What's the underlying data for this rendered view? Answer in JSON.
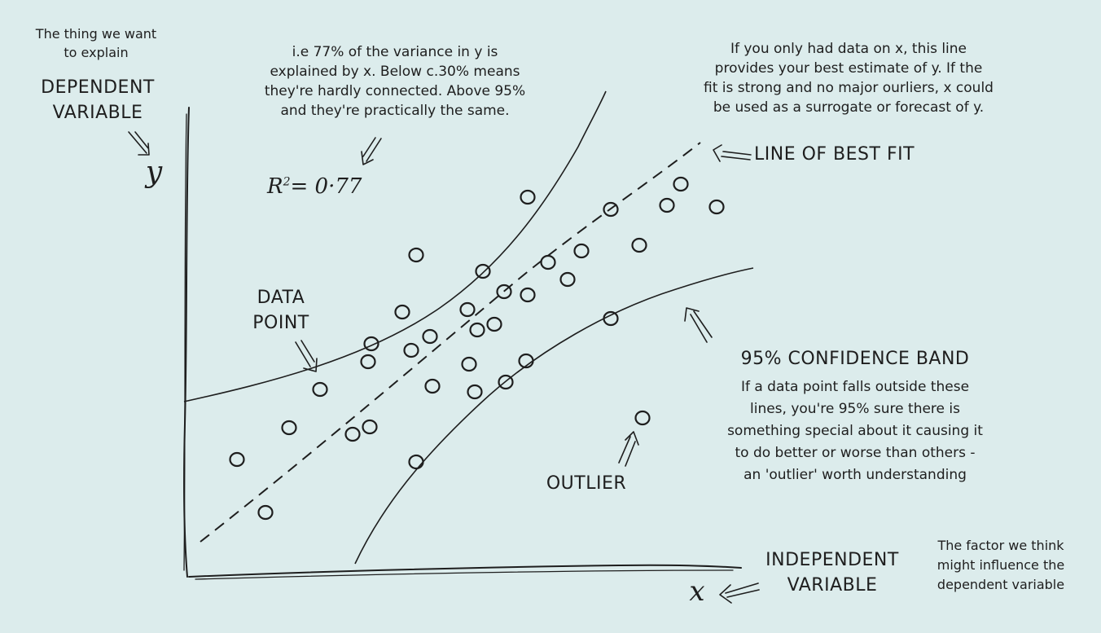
{
  "left_annotation": {
    "line1": "The thing we want",
    "line2": "to explain",
    "label1": "DEPENDENT",
    "label2": "VARIABLE"
  },
  "y_axis_letter": "y",
  "x_axis_letter": "x",
  "r2_note": {
    "lines": [
      "i.e 77% of the variance in y is",
      "explained by x. Below c.30% means",
      "they're hardly connected.  Above 95%",
      "and they're practically the same."
    ]
  },
  "r2_value": {
    "r": "R",
    "sup": "2",
    "eq": "= 0·77"
  },
  "best_fit_note": {
    "lines": [
      "If you only had data on x, this line",
      "provides your best estimate of y.  If the",
      "fit is strong and no major ourliers, x could",
      "be used as a surrogate or forecast of y."
    ]
  },
  "best_fit_label": "LINE OF BEST FIT",
  "data_point_label": {
    "line1": "DATA",
    "line2": "POINT"
  },
  "confidence_band": {
    "title": "95% CONFIDENCE BAND",
    "lines": [
      "If a data point falls outside these",
      "lines, you're 95% sure there is",
      "something special about it causing it",
      "to do better or worse than others -",
      "an 'outlier' worth understanding"
    ]
  },
  "outlier_label": "OUTLIER",
  "independent_variable": {
    "label1": "INDEPENDENT",
    "label2": "VARIABLE"
  },
  "right_note": {
    "lines": [
      "The factor we think",
      "might influence the",
      "dependent variable"
    ]
  },
  "colors": {
    "background": "#dcecec",
    "ink": "#1e1e1e"
  }
}
